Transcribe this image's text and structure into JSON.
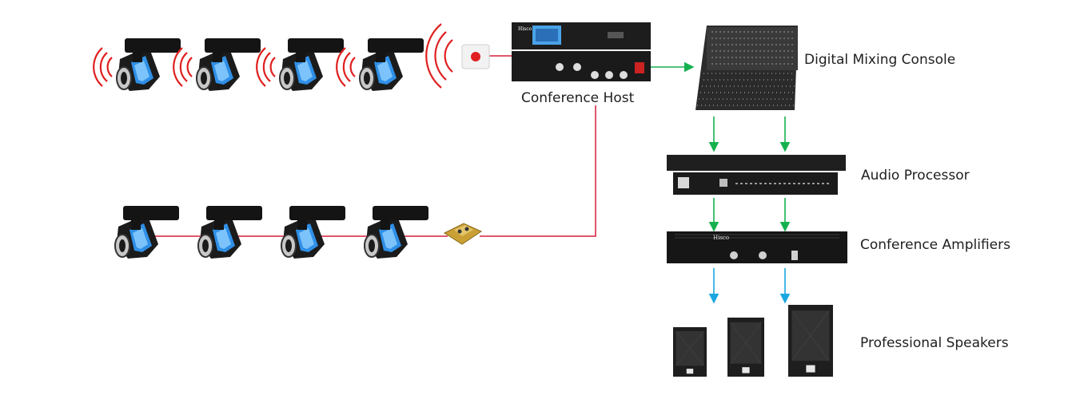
{
  "labels": {
    "conference_host": "Conference Host",
    "mixing_console": "Digital Mixing Console",
    "audio_processor": "Audio Processor",
    "amplifiers": "Conference Amplifiers",
    "speakers": "Professional Speakers"
  },
  "device_branding": {
    "host_brand": "Hisco",
    "amp_brand": "Hisco"
  },
  "colors": {
    "wireless_wave": "#e02020",
    "wired_link": "#d81e3a",
    "to_console_arrow": "#16b14f",
    "processor_arrow": "#16b14f",
    "speaker_arrow": "#1aa7e0"
  },
  "icons": {
    "microphone": "conference-microphone-icon",
    "wireless": "wireless-signal-icon",
    "access_point": "wireless-access-point-icon",
    "floor_box": "floor-socket-box-icon"
  }
}
